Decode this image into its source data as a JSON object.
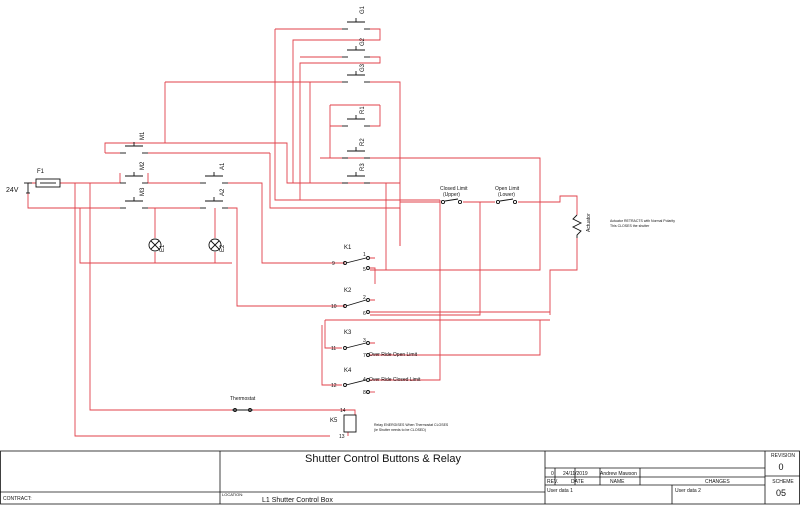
{
  "supply": {
    "voltage": "24V",
    "fuse": "F1"
  },
  "switches": {
    "g1": "G1",
    "g2": "G2",
    "g3": "G3",
    "r1": "R1",
    "r2": "R2",
    "r3": "R3",
    "m1": "M1",
    "m2": "M2",
    "m3": "M3",
    "a1": "A1",
    "a2": "A2"
  },
  "lamps": {
    "e1": "E1",
    "e2": "E2"
  },
  "limits": {
    "closed_line1": "Closed Limit",
    "closed_line2": "(Upper)",
    "open_line1": "Open Limit",
    "open_line2": "(Lower)"
  },
  "actuator": {
    "label": "Actuator",
    "note1": "Actuator RETRACTS with Normal Polarity",
    "note2": "This CLOSES the shutter"
  },
  "relays": {
    "k1": {
      "name": "K1",
      "pin_a": "9",
      "pin_b": "1",
      "pin_c": "5"
    },
    "k2": {
      "name": "K2",
      "pin_a": "10",
      "pin_b": "2",
      "pin_c": "6"
    },
    "k3": {
      "name": "K3",
      "pin_a": "11",
      "pin_b": "3",
      "pin_c": "7",
      "label": "Over Ride Open Limit"
    },
    "k4": {
      "name": "K4",
      "pin_a": "12",
      "pin_b": "4",
      "pin_c": "8",
      "label": "Over Ride Closed Limit"
    },
    "k5": {
      "name": "K5",
      "pin_top": "14",
      "pin_bottom": "13",
      "note1": "Relay ENERGISES When Thermostat CLOSES",
      "note2": "(ie Shutter needs to be CLOSED)"
    }
  },
  "thermostat": "Thermostat",
  "title_block": {
    "title": "Shutter Control Buttons & Relay",
    "contract_label": "CONTRACT:",
    "location_label": "LOCATION:",
    "location_value": "L1 Shutter Control Box",
    "rev_value": "0",
    "date_value": "24/11/2019",
    "name_value": "Andrew Mawson",
    "col_rev": "REV.",
    "col_date": "DATE",
    "col_name": "NAME",
    "col_changes": "CHANGES",
    "user_data_1": "User data 1",
    "user_data_2": "User data 2",
    "revision_label": "REVISION",
    "revision_value": "0",
    "scheme_label": "SCHEME",
    "scheme_value": "05"
  }
}
